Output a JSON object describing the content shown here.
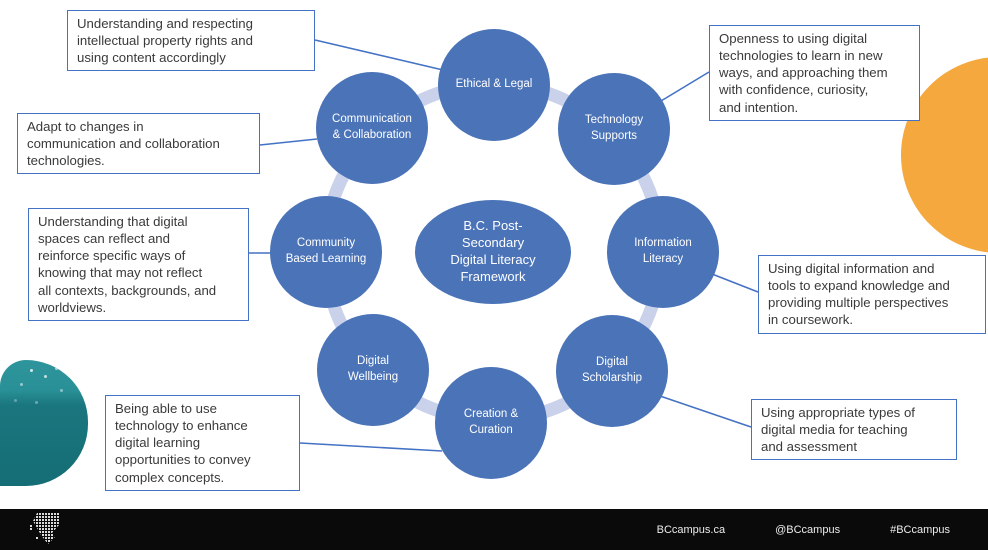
{
  "center": {
    "lines": [
      "B.C. Post-",
      "Secondary",
      "Digital Literacy",
      "Framework"
    ]
  },
  "ring": [
    {
      "id": "ethical-legal",
      "lines": [
        "Ethical & Legal"
      ]
    },
    {
      "id": "technology-supports",
      "lines": [
        "Technology",
        "Supports"
      ]
    },
    {
      "id": "information-literacy",
      "lines": [
        "Information",
        "Literacy"
      ]
    },
    {
      "id": "digital-scholarship",
      "lines": [
        "Digital",
        "Scholarship"
      ]
    },
    {
      "id": "creation-curation",
      "lines": [
        "Creation &",
        "Curation"
      ]
    },
    {
      "id": "digital-wellbeing",
      "lines": [
        "Digital",
        "Wellbeing"
      ]
    },
    {
      "id": "community-based-learning",
      "lines": [
        "Community",
        "Based Learning"
      ]
    },
    {
      "id": "communication-collaboration",
      "lines": [
        "Communication",
        "& Collaboration"
      ]
    }
  ],
  "callouts": [
    {
      "id": "ethical-legal-note",
      "text": "Understanding and respecting\nintellectual property rights and\nusing content accordingly"
    },
    {
      "id": "technology-supports-note",
      "text": "Openness to using digital\ntechnologies to learn in new\nways, and approaching them\nwith confidence, curiosity,\nand intention."
    },
    {
      "id": "communication-collaboration-note",
      "text": "Adapt to changes in\ncommunication and collaboration\ntechnologies."
    },
    {
      "id": "community-based-learning-note",
      "text": "Understanding that digital\nspaces can reflect and\nreinforce specific ways of\nknowing that may not reflect\nall contexts, backgrounds, and\nworldviews."
    },
    {
      "id": "creation-curation-note",
      "text": "Being able to use\ntechnology to enhance\ndigital learning\nopportunities to convey\ncomplex concepts."
    },
    {
      "id": "information-literacy-note",
      "text": "Using digital information and\ntools to expand knowledge and\nproviding multiple perspectives\nin coursework."
    },
    {
      "id": "digital-scholarship-note",
      "text": "Using appropriate types of\ndigital media for teaching\nand assessment"
    }
  ],
  "footer": {
    "site": "BCcampus.ca",
    "handle": "@BCcampus",
    "hashtag": "#BCcampus"
  },
  "colors": {
    "node_blue": "#4a73b8",
    "connector_ring": "#c9d2ea",
    "line_blue": "#4472c4",
    "callout_border": "#4472c4",
    "accent_orange": "#f5a83e",
    "photo_teal": "#1a767e",
    "footer_black": "#0a0a0a"
  }
}
